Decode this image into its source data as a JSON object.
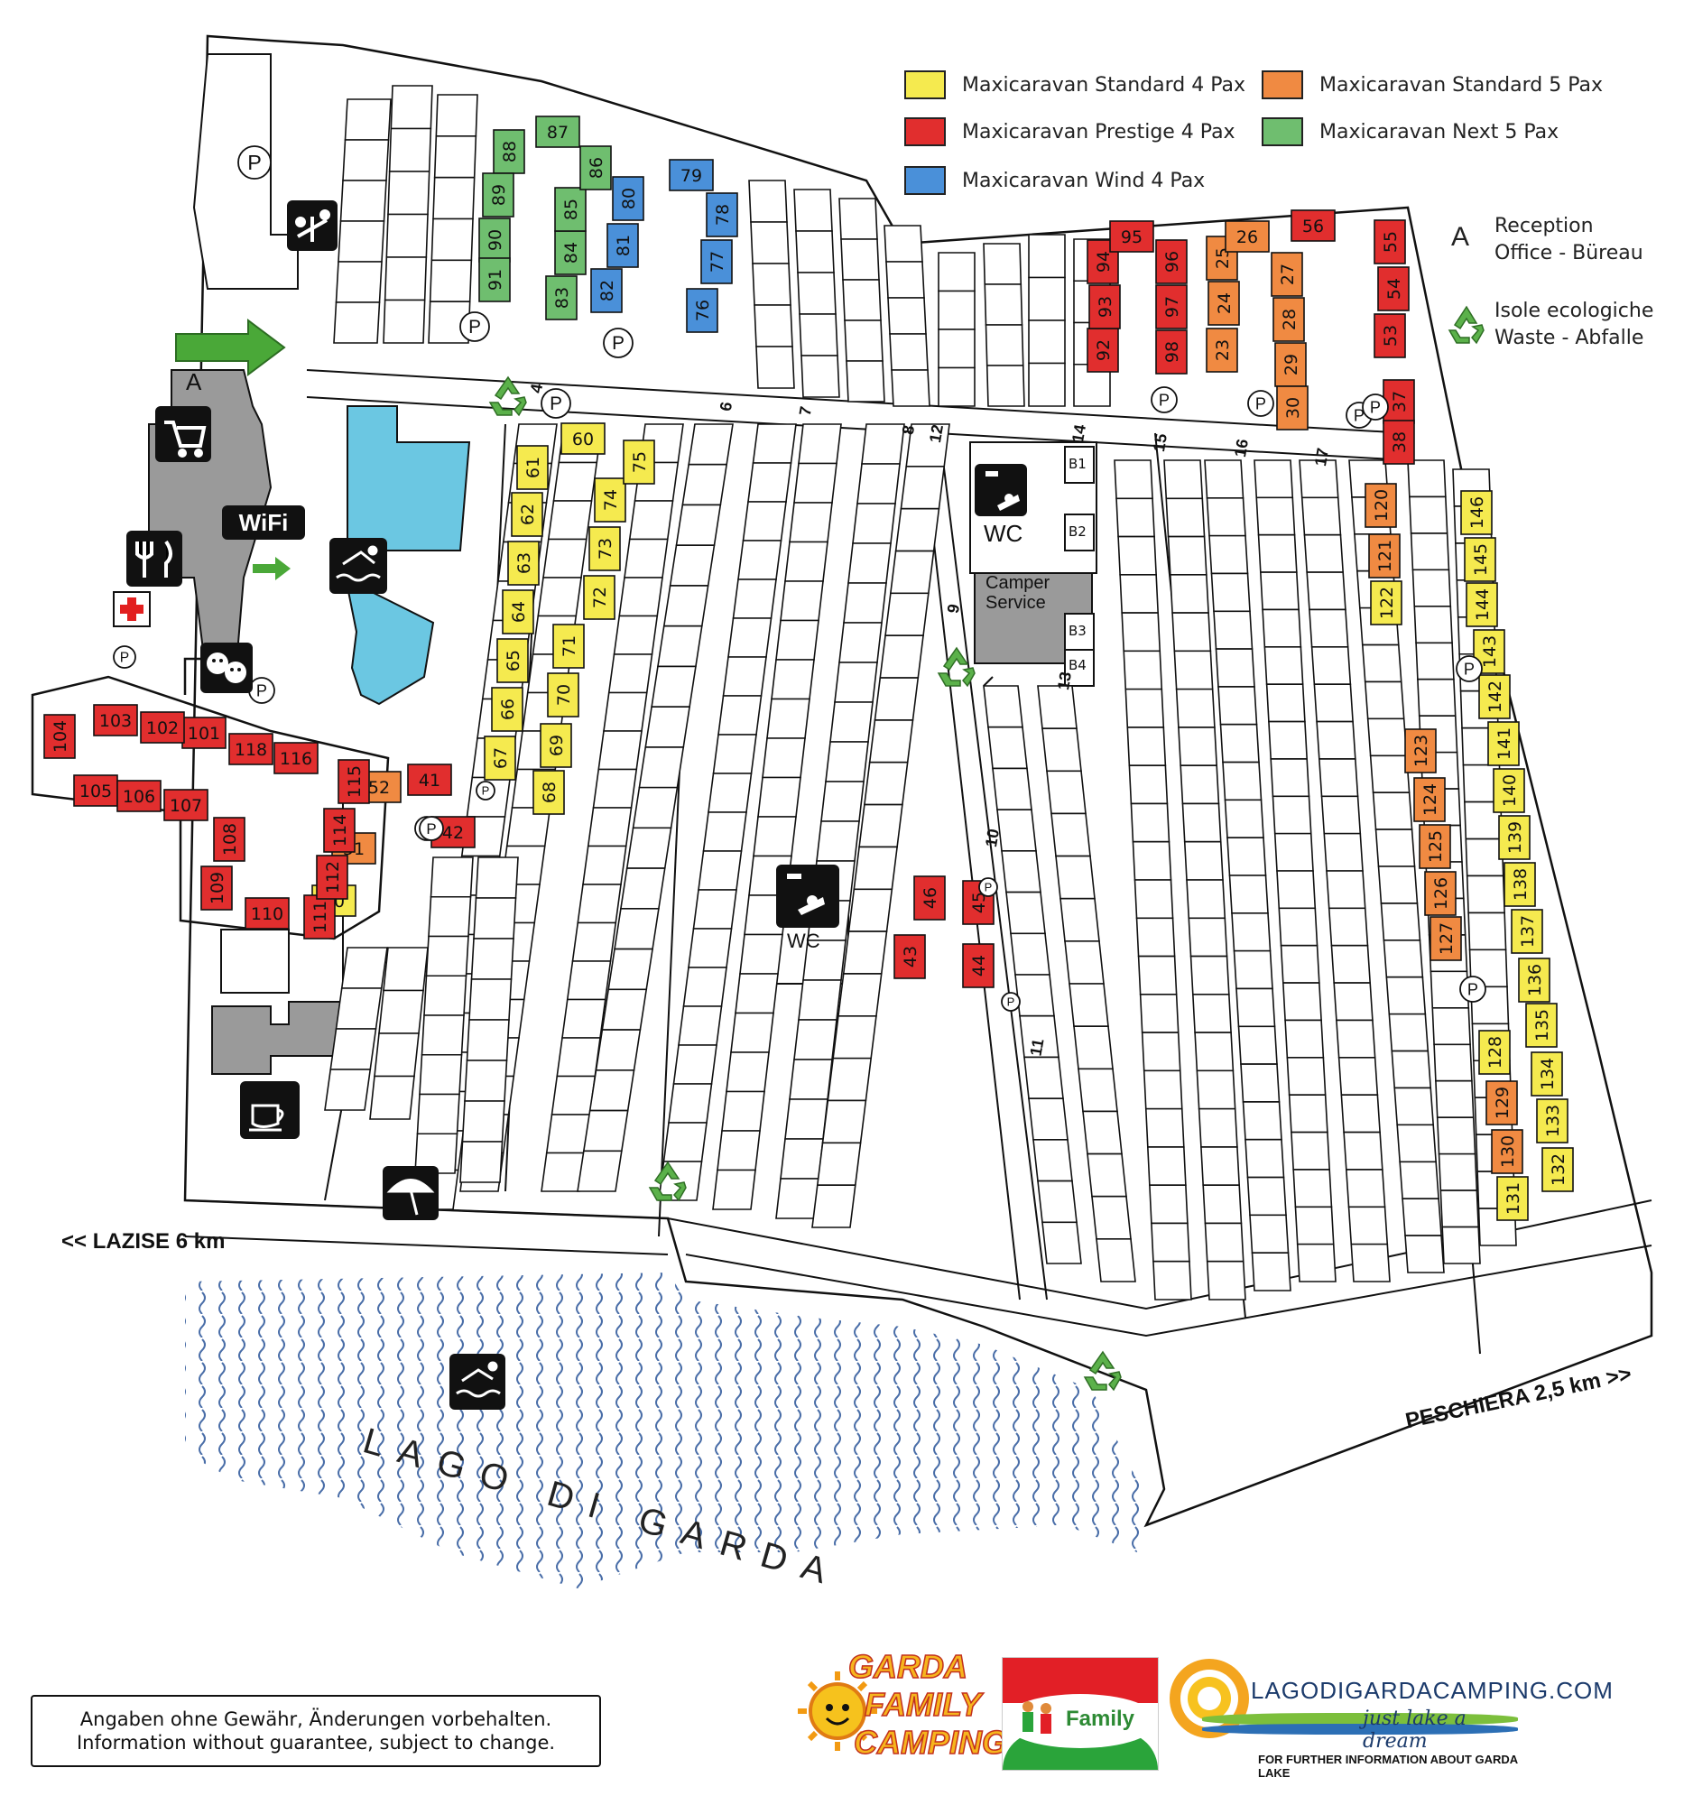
{
  "legend": [
    {
      "label": "Maxicaravan Standard 4 Pax",
      "color": "#f5ea4f"
    },
    {
      "label": "Maxicaravan Standard 5 Pax",
      "color": "#f08a42"
    },
    {
      "label": "Maxicaravan Prestige 4 Pax",
      "color": "#e12e2e"
    },
    {
      "label": "Maxicaravan Next 5 Pax",
      "color": "#6fbe6f"
    },
    {
      "label": "Maxicaravan Wind 4 Pax",
      "color": "#4a90d9"
    }
  ],
  "side_legend": {
    "reception_letter": "A",
    "reception_line1": "Reception",
    "reception_line2": "Office - Büreau",
    "eco_line1": "Isole ecologiche",
    "eco_line2": "Waste - Abfalle"
  },
  "map": {
    "lake_name": "LAGO DI GARDA",
    "left_direction": "<< LAZISE 6 km",
    "right_direction": "PESCHIERA 2,5 km >>",
    "reception_marker": "A",
    "wifi_label": "WiFi",
    "wc_label": "WC",
    "camper_service": "Camper Service",
    "parking_symbol": "P",
    "street_numbers": [
      "4",
      "6",
      "7",
      "8",
      "9",
      "10",
      "11",
      "12",
      "13",
      "14",
      "15",
      "16",
      "17"
    ],
    "special_plots": [
      "B1",
      "B2",
      "B3",
      "B4"
    ],
    "icons": [
      "shopping-cart-icon",
      "restaurant-icon",
      "first-aid-icon",
      "theatre-icon",
      "pool-icon",
      "playground-icon",
      "coffee-icon",
      "beach-umbrella-icon",
      "swim-icon",
      "shower-icon",
      "recycle-icon",
      "entrance-arrow-icon"
    ]
  },
  "plots": {
    "yellow": [
      "50",
      "60",
      "61",
      "62",
      "63",
      "64",
      "65",
      "66",
      "67",
      "68",
      "69",
      "70",
      "71",
      "72",
      "73",
      "74",
      "75",
      "122",
      "131",
      "132",
      "133",
      "134",
      "135",
      "136",
      "137",
      "138",
      "139",
      "140",
      "141",
      "142",
      "143",
      "144",
      "145",
      "146",
      "128"
    ],
    "orange": [
      "25",
      "26",
      "27",
      "28",
      "29",
      "30",
      "51",
      "52",
      "120",
      "121",
      "123",
      "124",
      "125",
      "126",
      "127",
      "129",
      "130",
      "23",
      "24"
    ],
    "red": [
      "41",
      "42",
      "43",
      "44",
      "45",
      "46",
      "53",
      "54",
      "55",
      "56",
      "92",
      "93",
      "94",
      "95",
      "96",
      "97",
      "98",
      "37",
      "38",
      "101",
      "102",
      "103",
      "104",
      "105",
      "106",
      "107",
      "108",
      "109",
      "110",
      "111",
      "112",
      "114",
      "115",
      "116",
      "118"
    ],
    "green": [
      "83",
      "84",
      "85",
      "86",
      "87",
      "88",
      "89",
      "90",
      "91"
    ],
    "blue": [
      "76",
      "77",
      "78",
      "79",
      "80",
      "81",
      "82"
    ]
  },
  "footer": {
    "disclaimer_line1": "Angaben ohne Gewähr, Änderungen vorbehalten.",
    "disclaimer_line2": "Information without guarantee, subject to change.",
    "logo1_line1": "GARDA",
    "logo1_line2": "FAMILY",
    "logo1_line3": "CAMPING",
    "logo2_text": "Family",
    "logo3_title": "LAGODIGARDACAMPING.COM",
    "logo3_slogan": "just lake a dream",
    "logo3_tagline": "FOR FURTHER INFORMATION ABOUT GARDA LAKE"
  }
}
